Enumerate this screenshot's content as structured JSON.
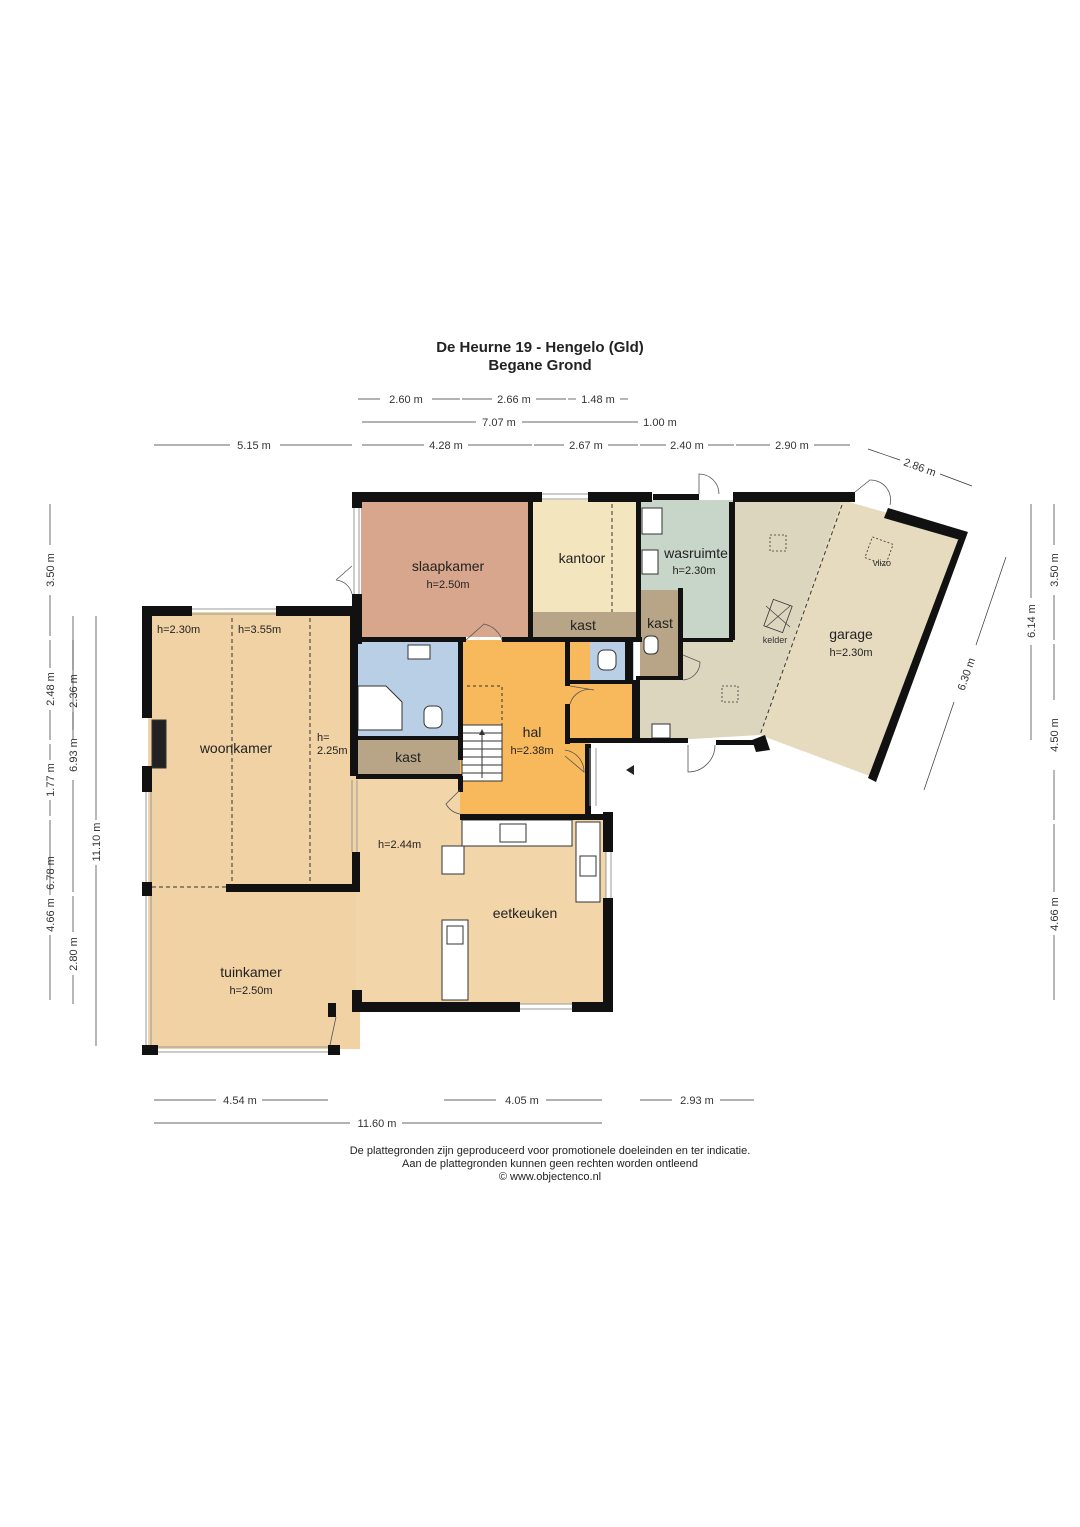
{
  "header": {
    "address": "De Heurne 19 - Hengelo (Gld)",
    "floor": "Begane Grond"
  },
  "rooms": {
    "slaapkamer": {
      "name": "slaapkamer",
      "height": "h=2.50m"
    },
    "kantoor": {
      "name": "kantoor"
    },
    "wasruimte": {
      "name": "wasruimte",
      "height": "h=2.30m"
    },
    "garage": {
      "name": "garage",
      "height": "h=2.30m"
    },
    "kelder": {
      "name": "kelder"
    },
    "vlizo": {
      "name": "vlizo"
    },
    "kast_top": {
      "name": "kast"
    },
    "kast_right": {
      "name": "kast"
    },
    "kast_left": {
      "name": "kast"
    },
    "hal": {
      "name": "hal",
      "height": "h=2.38m"
    },
    "woonkamer": {
      "name": "woonkamer",
      "height_a": "h=2.30m",
      "height_b": "h=3.55m",
      "height_c1": "h=",
      "height_c2": "2.25m"
    },
    "eetkeuken": {
      "name": "eetkeuken",
      "height": "h=2.44m"
    },
    "tuinkamer": {
      "name": "tuinkamer",
      "height": "h=2.50m"
    }
  },
  "dimensions": {
    "top_row1": [
      "2.60 m",
      "2.66 m",
      "1.48 m"
    ],
    "top_row2": [
      "7.07 m",
      "1.00 m"
    ],
    "top_row3": [
      "5.15 m",
      "4.28 m",
      "2.67 m",
      "2.40 m",
      "2.90 m"
    ],
    "diag_top": "2.86 m",
    "diag_right": "6.30 m",
    "left_outer": [
      "3.50 m",
      "2.48 m",
      "1.77 m",
      "4.66 m"
    ],
    "left_mid": [
      "2.36 m",
      "6.93 m",
      "6.78 m",
      "2.80 m"
    ],
    "left_inner": "11.10 m",
    "right_outer": [
      "3.50 m",
      "4.50 m",
      "4.66 m"
    ],
    "right_inner": "6.14 m",
    "bottom_row1": [
      "4.54 m",
      "4.05 m",
      "2.93 m"
    ],
    "bottom_row2": "11.60 m"
  },
  "footer": {
    "line1": "De plattegronden zijn geproduceerd voor promotionele doeleinden en ter indicatie.",
    "line2": "Aan de plattegronden kunnen geen rechten worden ontleend",
    "line3": "© www.objectenco.nl"
  },
  "colors": {
    "slaapkamer": "#d8a68c",
    "kantoor": "#f3e6bf",
    "wasruimte": "#c8d5c9",
    "garage": "#e6dbbf",
    "hall_garage": "#ddd6bf",
    "kast": "#b8a587",
    "badkamer": "#b8cfe6",
    "hal": "#f7b95b",
    "woonkamer": "#f0d2a4",
    "eetkeuken": "#f2d6a9",
    "wall": "#111111"
  }
}
